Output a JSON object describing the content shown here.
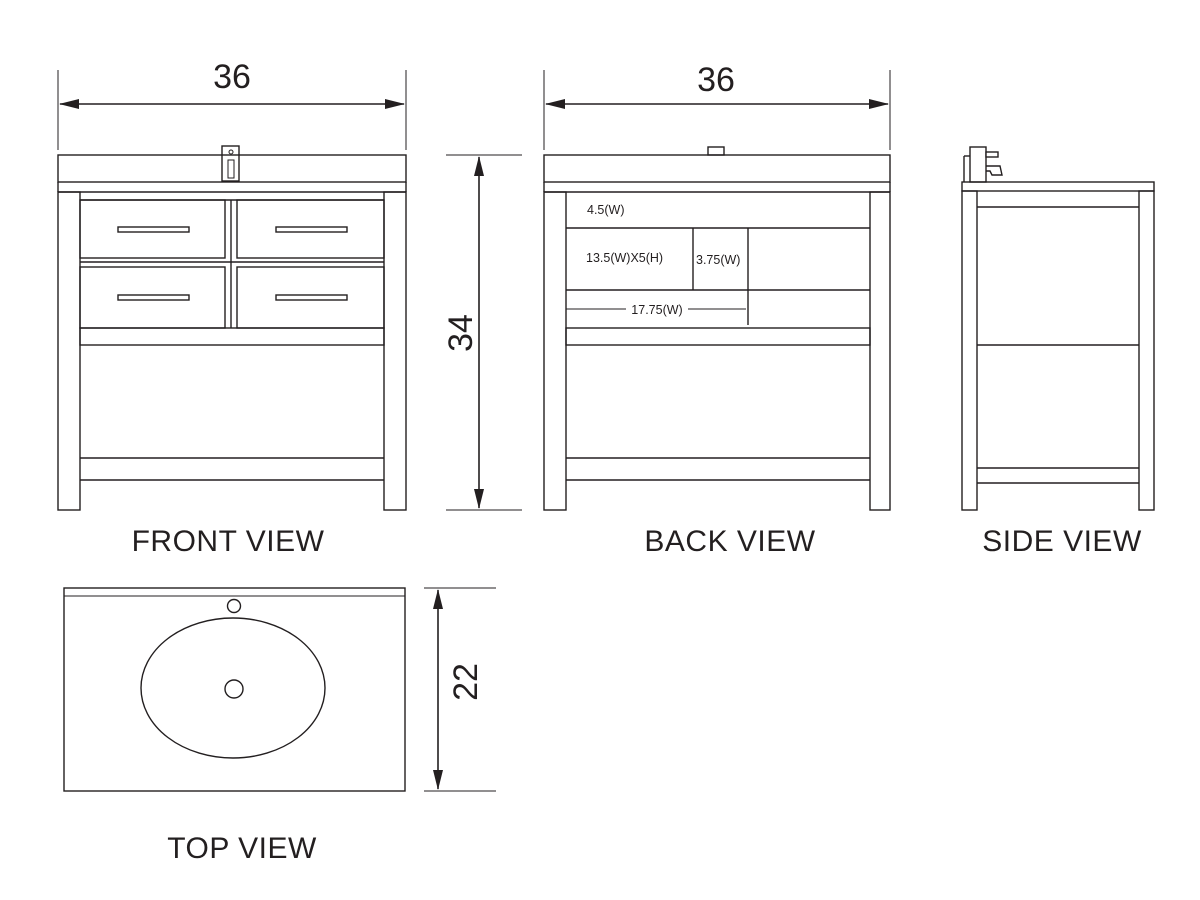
{
  "views": {
    "front": {
      "caption": "FRONT VIEW",
      "width_label": "36"
    },
    "back": {
      "caption": "BACK VIEW",
      "width_label": "36",
      "height_label": "34",
      "notes": {
        "top_gap": "4.5(W)",
        "drawer_opening": "13.5(W)X5(H)",
        "middle_gap": "3.75(W)",
        "bottom_span": "17.75(W)"
      }
    },
    "side": {
      "caption": "SIDE VIEW"
    },
    "top": {
      "caption": "TOP VIEW",
      "depth_label": "22"
    }
  }
}
